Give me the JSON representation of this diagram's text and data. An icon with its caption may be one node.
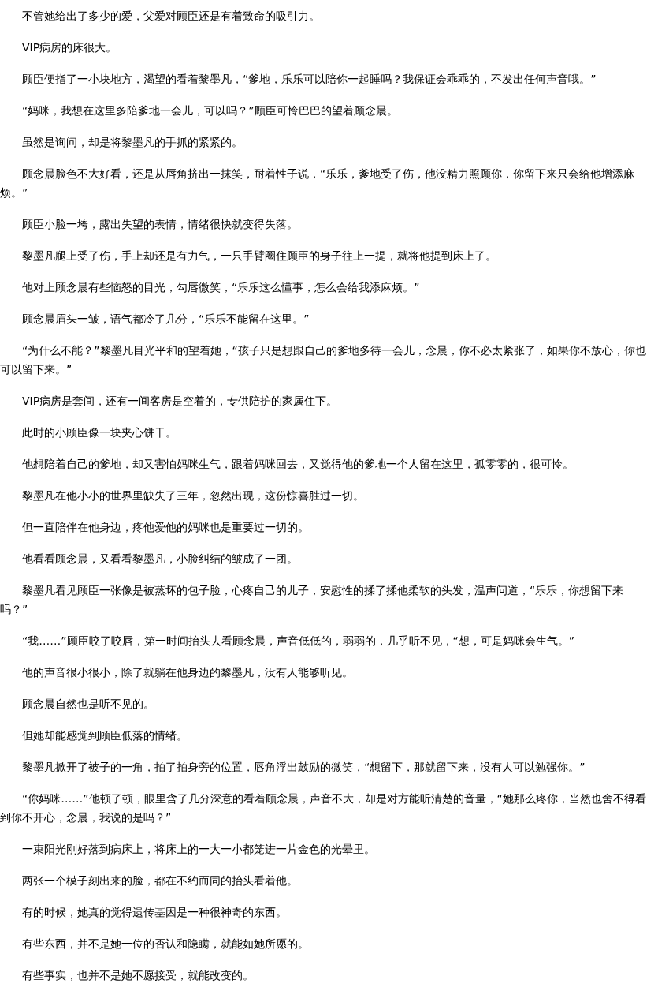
{
  "diagram": {
    "labels": [
      "不管她给出了多少的爱，父爱对顾臣还是有着致命的吸引力。",
      "VIP病房的床很大。",
      "顾臣便指了一小块地方，渴望的看着黎墨凡，“爹地，乐乐可以陪你一起睡吗？我保证会乖乖的，不发出任何声音哦。”",
      "“妈咪，我想在这里多陪爹地一会儿，可以吗？”顾臣可怜巴巴的望着顾念晨。",
      "虽然是询问，却是将黎墨凡的手抓的紧紧的。",
      "顾念晨脸色不大好看，还是从唇角挤出一抹笑，耐着性子说，“乐乐，爹地受了伤，他没精力照顾你，你留下来只会给他增添麻烦。”",
      "顾臣小脸一垮，露出失望的表情，情绪很快就变得失落。",
      "黎墨凡腿上受了伤，手上却还是有力气，一只手臂圈住顾臣的身子往上一提，就将他提到床上了。",
      "他对上顾念晨有些恼怒的目光，勾唇微笑，“乐乐这么懂事，怎么会给我添麻烦。”",
      "顾念晨眉头一皱，语气都冷了几分，“乐乐不能留在这里。”",
      "“为什么不能？”黎墨凡目光平和的望着她，“孩子只是想跟自己的爹地多待一会儿，念晨，你不必太紧张了，如果你不放心，你也可以留下来。”",
      "VIP病房是套间，还有一间客房是空着的，专供陪护的家属住下。",
      "此时的小顾臣像一块夹心饼干。",
      "他想陪着自己的爹地，却又害怕妈咪生气，跟着妈咪回去，又觉得他的爹地一个人留在这里，孤零零的，很可怜。",
      "黎墨凡在他小小的世界里缺失了三年，忽然出现，这份惊喜胜过一切。",
      "但一直陪伴在他身边，疼他爱他的妈咪也是重要过一切的。",
      "他看看顾念晨，又看看黎墨凡，小脸纠结的皱成了一团。",
      "黎墨凡看见顾臣一张像是被蒸坏的包子脸，心疼自己的儿子，安慰性的揉了揉他柔软的头发，温声问道，“乐乐，你想留下来吗？”",
      "“我……”顾臣咬了咬唇，第一时间抬头去看顾念晨，声音低低的，弱弱的，几乎听不见，“想，可是妈咪会生气。”",
      "他的声音很小很小，除了就躺在他身边的黎墨凡，没有人能够听见。",
      "顾念晨自然也是听不见的。",
      "但她却能感觉到顾臣低落的情绪。",
      "黎墨凡掀开了被子的一角，拍了拍身旁的位置，唇角浮出鼓励的微笑，“想留下，那就留下来，没有人可以勉强你。”",
      "“你妈咪……”他顿了顿，眼里含了几分深意的看着顾念晨，声音不大，却是对方能听清楚的音量，“她那么疼你，当然也舍不得看到你不开心，念晨，我说的是吗？”",
      "一束阳光刚好落到病床上，将床上的一大一小都笼进一片金色的光晕里。",
      "两张一个模子刻出来的脸，都在不约而同的抬头看着他。",
      "有的时候，她真的觉得遗传基因是一种很神奇的东西。",
      "有些东西，并不是她一位的否认和隐瞒，就能如她所愿的。",
      "有些事实，也并不是她不愿接受，就能改变的。"
    ]
  }
}
